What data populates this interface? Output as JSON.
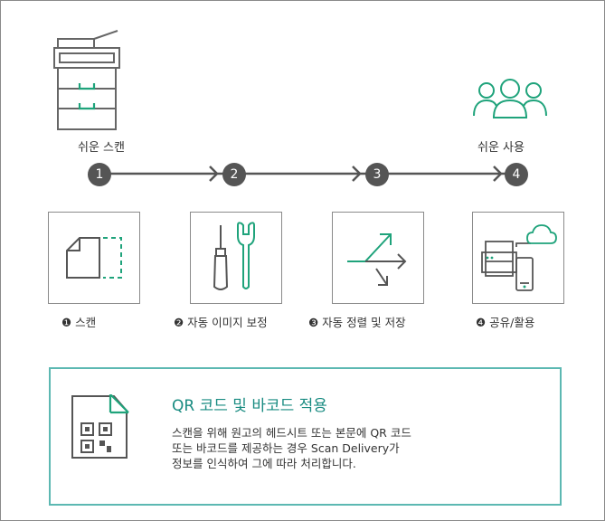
{
  "colors": {
    "accent": "#1fa37b",
    "teal": "#5cb8b2",
    "dark": "#555555",
    "border": "#8a8a8a"
  },
  "top_labels": {
    "left": "쉬운 스캔",
    "right": "쉬운 사용"
  },
  "steps": [
    {
      "num": "1",
      "caption": "❶ 스캔",
      "icon": "scan-document-icon"
    },
    {
      "num": "2",
      "caption": "❷ 자동 이미지 보정",
      "icon": "tools-icon"
    },
    {
      "num": "3",
      "caption": "❸ 자동 정렬 및 저장",
      "icon": "sort-arrows-icon"
    },
    {
      "num": "4",
      "caption": "❹ 공유/활용",
      "icon": "devices-cloud-icon"
    }
  ],
  "info": {
    "title": "QR 코드 및 바코드 적용",
    "lines": [
      "스캔을 위해 원고의 헤드시트 또는 본문에 QR 코드",
      "또는 바코드를 제공하는 경우 Scan Delivery가",
      "정보를 인식하여 그에 따라 처리합니다."
    ]
  }
}
